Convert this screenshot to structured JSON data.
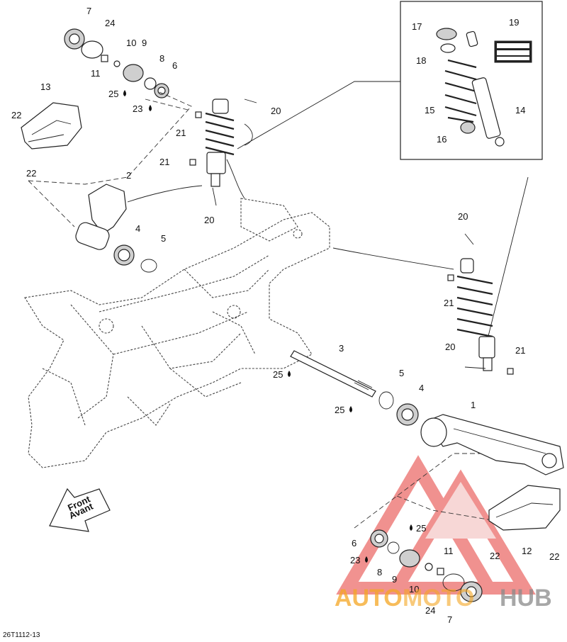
{
  "figure_code": "26T1112-13",
  "front_marker": {
    "line1": "Front",
    "line2": "Avant"
  },
  "watermark": {
    "part1": "AUTO",
    "part2": "MOTO",
    "part3": "HUB"
  },
  "callouts": [
    {
      "id": "c7a",
      "text": "7"
    },
    {
      "id": "c24a",
      "text": "24"
    },
    {
      "id": "c10a",
      "text": "10"
    },
    {
      "id": "c9a",
      "text": "9"
    },
    {
      "id": "c11a",
      "text": "11"
    },
    {
      "id": "c8a",
      "text": "8"
    },
    {
      "id": "c6a",
      "text": "6"
    },
    {
      "id": "c25a",
      "text": "25"
    },
    {
      "id": "c23a",
      "text": "23"
    },
    {
      "id": "c13",
      "text": "13"
    },
    {
      "id": "c22a",
      "text": "22"
    },
    {
      "id": "c22b",
      "text": "22"
    },
    {
      "id": "c2",
      "text": "2"
    },
    {
      "id": "c21a",
      "text": "21"
    },
    {
      "id": "c21b",
      "text": "21"
    },
    {
      "id": "c20a",
      "text": "20"
    },
    {
      "id": "c20b",
      "text": "20"
    },
    {
      "id": "c4a",
      "text": "4"
    },
    {
      "id": "c5a",
      "text": "5"
    },
    {
      "id": "c17",
      "text": "17"
    },
    {
      "id": "c18",
      "text": "18"
    },
    {
      "id": "c15",
      "text": "15"
    },
    {
      "id": "c16",
      "text": "16"
    },
    {
      "id": "c19",
      "text": "19"
    },
    {
      "id": "c14",
      "text": "14"
    },
    {
      "id": "c20c",
      "text": "20"
    },
    {
      "id": "c21c",
      "text": "21"
    },
    {
      "id": "c20d",
      "text": "20"
    },
    {
      "id": "c21d",
      "text": "21"
    },
    {
      "id": "c3",
      "text": "3"
    },
    {
      "id": "c25b",
      "text": "25"
    },
    {
      "id": "c25c",
      "text": "25"
    },
    {
      "id": "c5b",
      "text": "5"
    },
    {
      "id": "c4b",
      "text": "4"
    },
    {
      "id": "c1",
      "text": "1"
    },
    {
      "id": "c25d",
      "text": "25"
    },
    {
      "id": "c6b",
      "text": "6"
    },
    {
      "id": "c23b",
      "text": "23"
    },
    {
      "id": "c8b",
      "text": "8"
    },
    {
      "id": "c9b",
      "text": "9"
    },
    {
      "id": "c11b",
      "text": "11"
    },
    {
      "id": "c10b",
      "text": "10"
    },
    {
      "id": "c24b",
      "text": "24"
    },
    {
      "id": "c7b",
      "text": "7"
    },
    {
      "id": "c12",
      "text": "12"
    },
    {
      "id": "c22c",
      "text": "22"
    },
    {
      "id": "c22d",
      "text": "22"
    }
  ],
  "colors": {
    "watermark_red": "#e53935",
    "watermark_orange": "#f5a623",
    "watermark_gray": "#8a8a8a"
  }
}
